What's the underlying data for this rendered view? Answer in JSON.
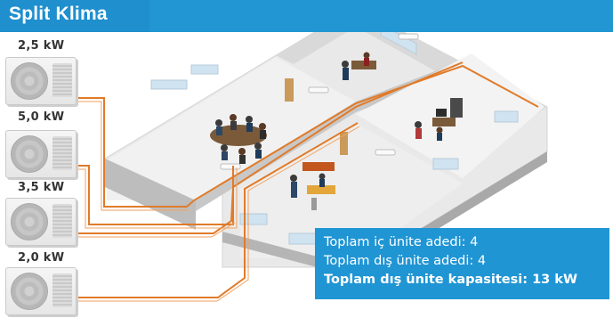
{
  "title": "Split Klima",
  "units": [
    {
      "label": "2,5 kW"
    },
    {
      "label": "5,0 kW"
    },
    {
      "label": "3,5 kW"
    },
    {
      "label": "2,0 kW"
    }
  ],
  "summary": {
    "indoor_units": "Toplam iç ünite adedi: 4",
    "outdoor_units": "Toplam dış ünite adedi: 4",
    "total_capacity": "Toplam dış ünite kapasitesi: 13 kW"
  },
  "colors": {
    "brand_blue": "#1f95d4",
    "pipe_orange": "#e07b2a"
  }
}
